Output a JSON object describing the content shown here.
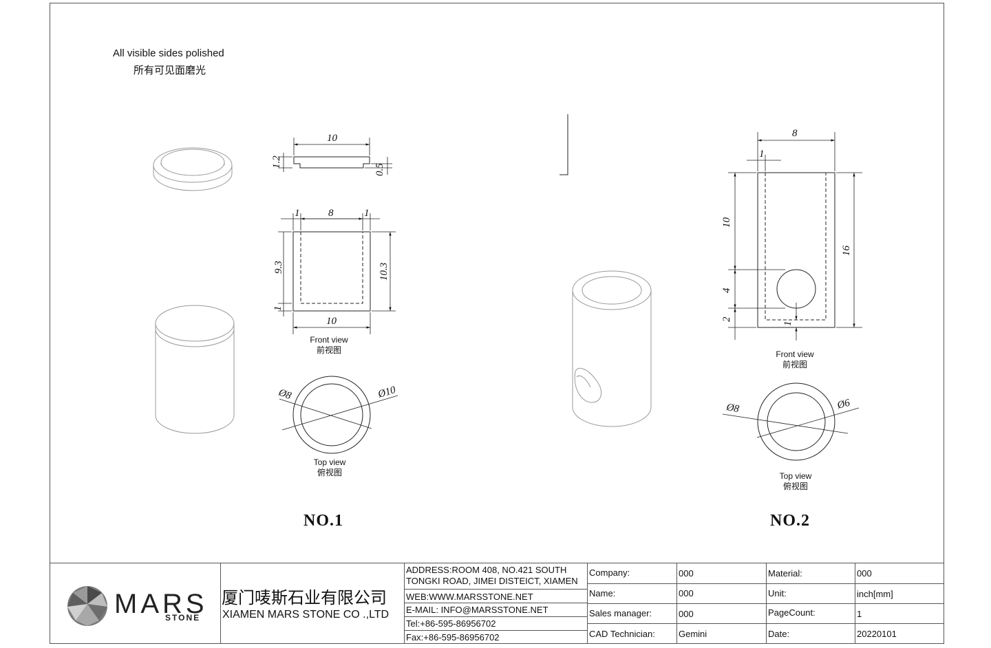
{
  "notes": {
    "polish_en": "All visible sides polished",
    "polish_cn": "所有可见面磨光"
  },
  "no1": {
    "label": "NO.1",
    "front_view_en": "Front view",
    "front_view_cn": "前视图",
    "top_view_en": "Top view",
    "top_view_cn": "俯视图",
    "dims": {
      "lid_width": "10",
      "lid_height": "1.2",
      "lid_step": "0.5",
      "wall_left": "1",
      "inner_width": "8",
      "wall_right": "1",
      "inner_height": "9.3",
      "outer_height": "10.3",
      "bottom": "1",
      "outer_width": "10",
      "inner_dia": "Ø8",
      "outer_dia": "Ø10"
    }
  },
  "no2": {
    "label": "NO.2",
    "front_view_en": "Front view",
    "front_view_cn": "前视图",
    "top_view_en": "Top view",
    "top_view_cn": "俯视图",
    "dims": {
      "outer_width": "8",
      "wall": "1",
      "upper_height": "10",
      "hole_dia_height": "4",
      "lower_height": "2",
      "total_height": "16",
      "bottom": "1",
      "outer_dia": "Ø8",
      "inner_dia": "Ø6"
    }
  },
  "title_block": {
    "logo_word": "MARS",
    "logo_sub": "STONE",
    "company_cn": "厦门唛斯石业有限公司",
    "company_en": "XIAMEN MARS STONE CO .,LTD",
    "address_line1": "ADDRESS:ROOM 408, NO.421 SOUTH",
    "address_line2": "TONGKI ROAD, JIMEI DISTEICT, XIAMEN",
    "web": "WEB:WWW.MARSSTONE.NET",
    "email": "E-MAIL: INFO@MARSSTONE.NET",
    "tel": "Tel:+86-595-86956702",
    "fax": "Fax:+86-595-86956702",
    "fields": [
      {
        "label": "Company:",
        "value": "000"
      },
      {
        "label": "Name:",
        "value": "000"
      },
      {
        "label": "Sales manager:",
        "value": "000"
      },
      {
        "label": "CAD Technician:",
        "value": "Gemini"
      }
    ],
    "fields2": [
      {
        "label": "Material:",
        "value": "000"
      },
      {
        "label": "Unit:",
        "value": "inch[mm]"
      },
      {
        "label": "PageCount:",
        "value": "1"
      },
      {
        "label": "Date:",
        "value": "20220101"
      }
    ]
  }
}
